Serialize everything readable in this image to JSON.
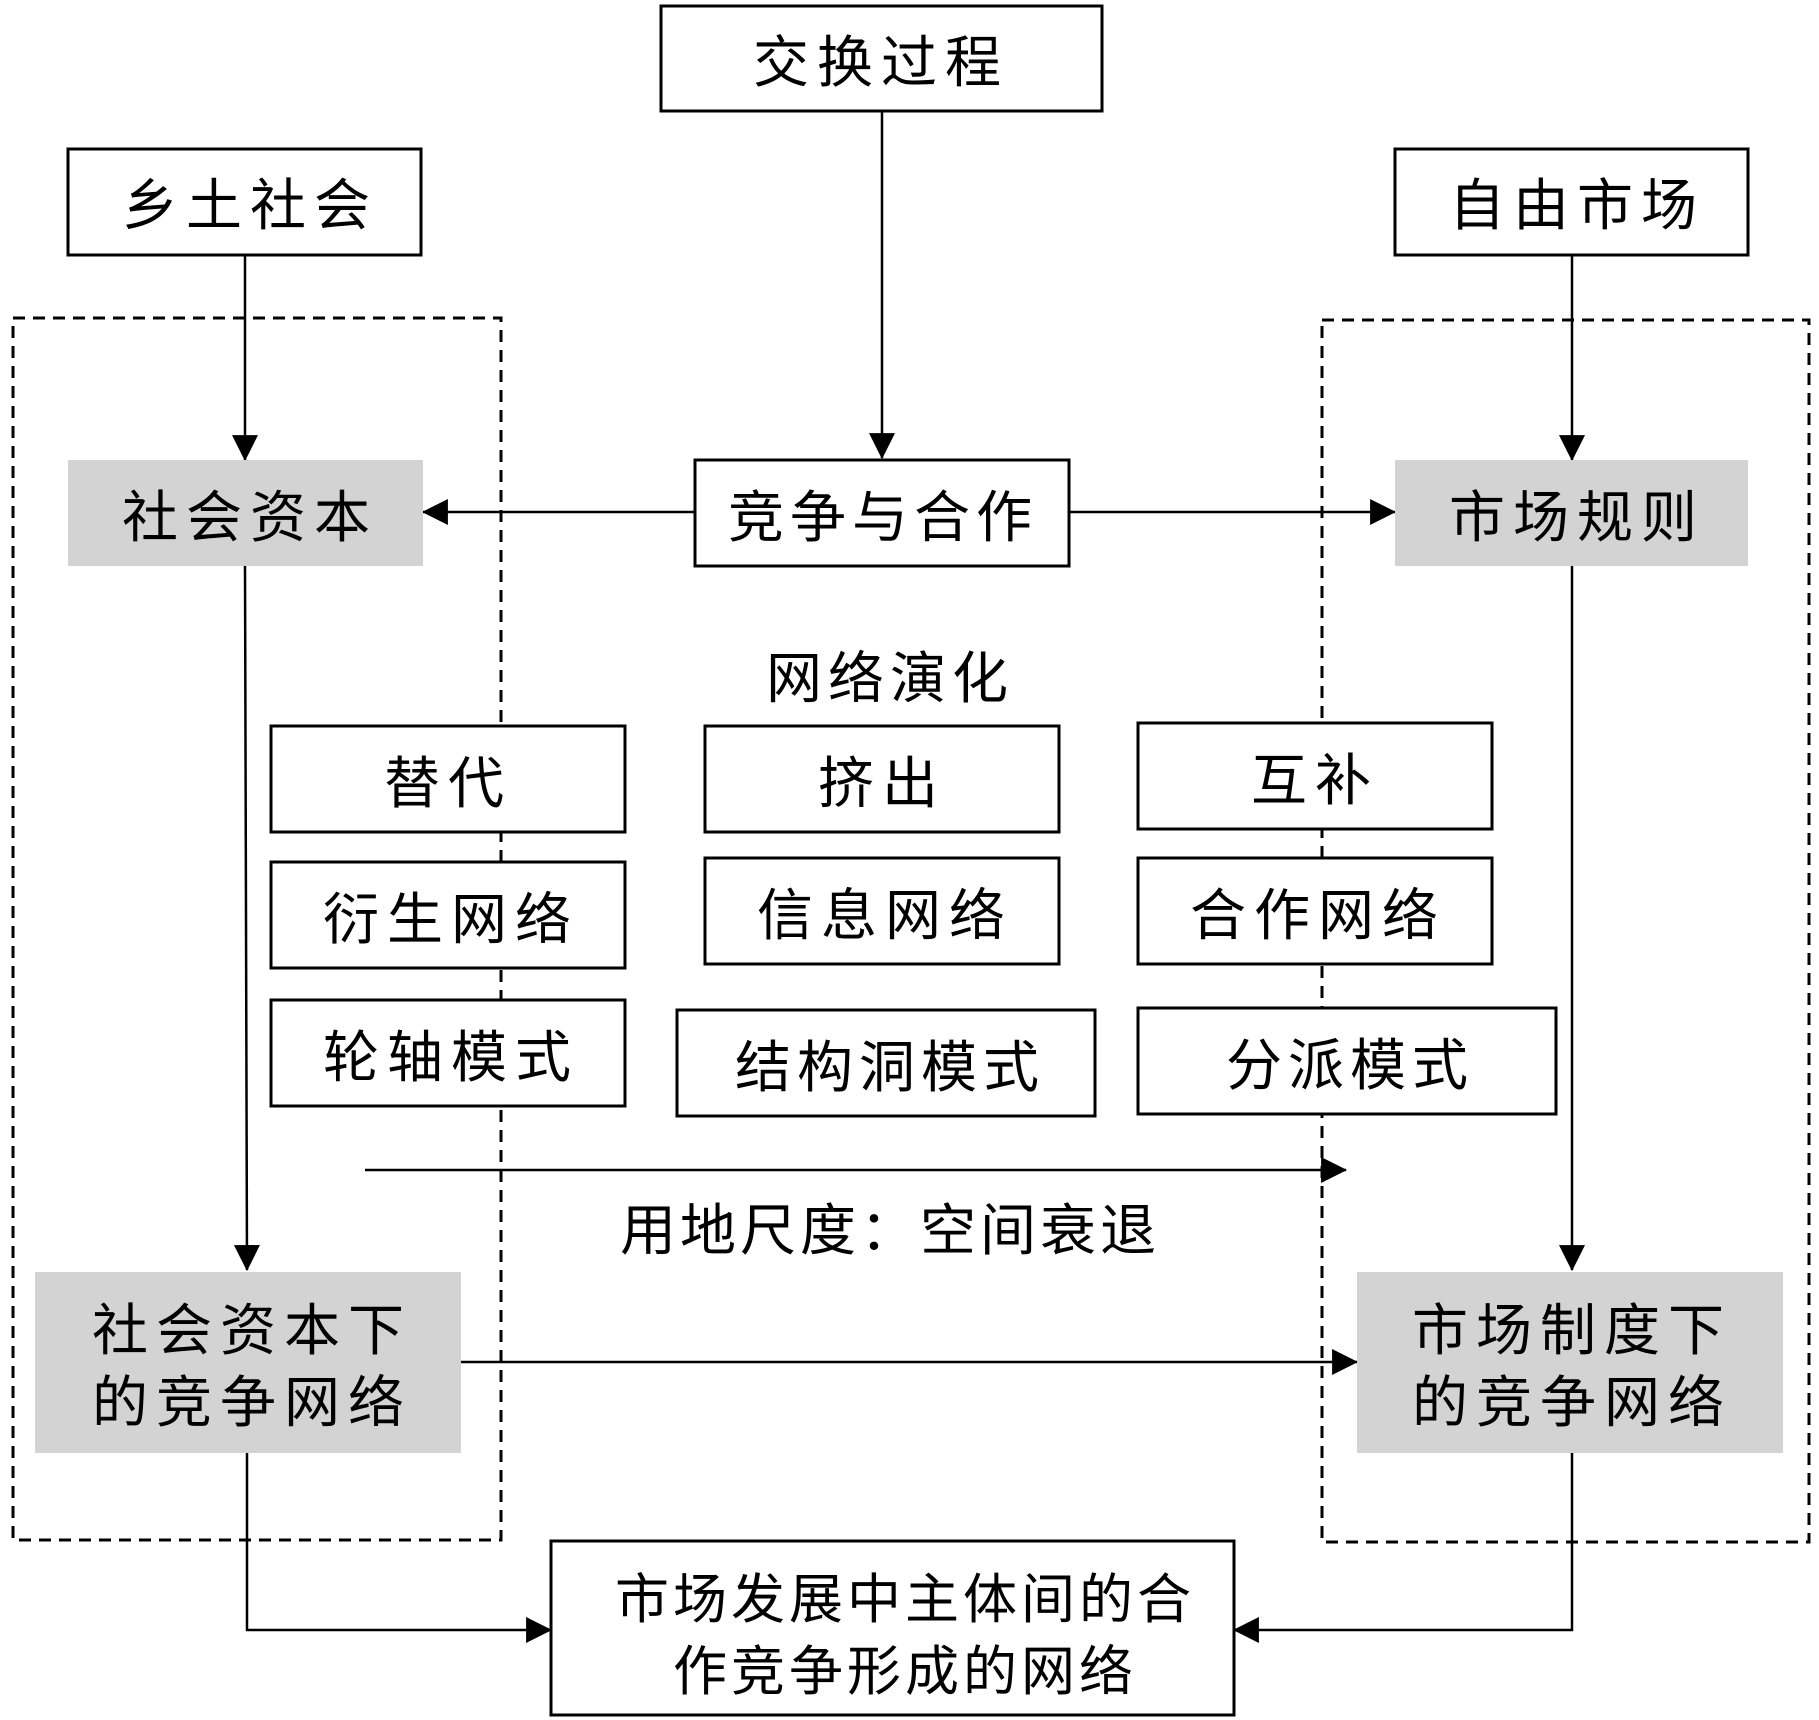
{
  "nodes": {
    "exchange_process": "交换过程",
    "rural_society": "乡土社会",
    "free_market": "自由市场",
    "social_capital": "社会资本",
    "competition_cooperation": "竞争与合作",
    "market_rules": "市场规则",
    "network_evolution": "网络演化",
    "substitution": "替代",
    "crowding_out": "挤出",
    "complement": "互补",
    "derivative_network": "衍生网络",
    "information_network": "信息网络",
    "cooperation_network": "合作网络",
    "hub_mode": "轮轴模式",
    "structural_hole_mode": "结构洞模式",
    "faction_mode": "分派模式",
    "land_scale": "用地尺度：空间衰退",
    "social_capital_network_line1": "社会资本下",
    "social_capital_network_line2": "的竞争网络",
    "market_system_network_line1": "市场制度下",
    "market_system_network_line2": "的竞争网络",
    "final_network_line1": "市场发展中主体间的合",
    "final_network_line2": "作竞争形成的网络"
  },
  "colors": {
    "gray_fill": "#d3d3d3",
    "line": "#000000"
  }
}
